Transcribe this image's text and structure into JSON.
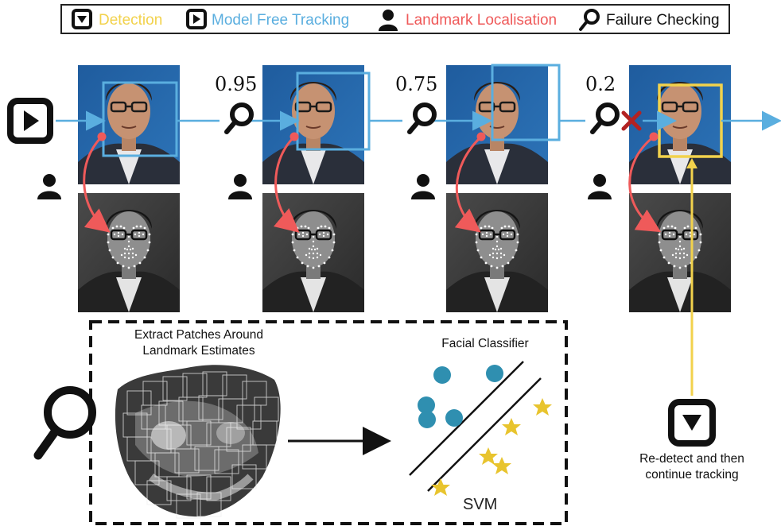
{
  "legend": {
    "detection": "Detection",
    "tracking": "Model Free Tracking",
    "landmark": "Landmark Localisation",
    "failure": "Failure Checking"
  },
  "colors": {
    "detection": "#f2d24c",
    "tracking": "#5aaedf",
    "landmark": "#ef5a5a",
    "failure": "#111111",
    "svm_circles": "#2f8fb0",
    "svm_stars": "#e8c42e",
    "fail_cross": "#b22222"
  },
  "icons": [
    "detection-icon",
    "tracking-icon",
    "person-icon",
    "magnifier-icon",
    "cross-icon",
    "star-icon"
  ],
  "scores": [
    "0.95",
    "0.75",
    "0.2"
  ],
  "patch_panel": {
    "title_line1": "Extract Patches Around",
    "title_line2": "Landmark Estimates",
    "classifier_title": "Facial Classifier",
    "svm_label": "SVM"
  },
  "redetect": {
    "line1": "Re-detect and then",
    "line2": "continue tracking"
  }
}
